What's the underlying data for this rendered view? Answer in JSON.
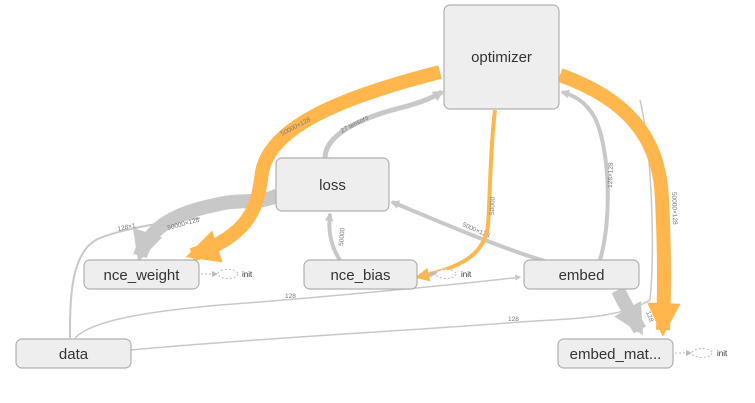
{
  "nodes": {
    "optimizer": "optimizer",
    "loss": "loss",
    "nce_weight": "nce_weight",
    "nce_bias": "nce_bias",
    "embed": "embed",
    "data": "data",
    "embed_mat": "embed_mat..."
  },
  "init_label": "init",
  "edge_labels": {
    "nce_weight_to_optimizer": "50000×128",
    "loss_to_optimizer": "27 tensors",
    "optimizer_to_nce_bias": "50000",
    "embed_to_optimizer": "128×128",
    "optimizer_to_embed_mat": "50000×128",
    "data_to_nce_weight": "128×1",
    "loss_to_nce_weight": "50000×128",
    "nce_bias_to_loss": "50000",
    "embed_to_loss": "5000×128",
    "data_to_embed": "128",
    "data_to_embed_mat": "128",
    "embed_to_embed_mat": "128"
  },
  "colors": {
    "gray_edge": "#c8c8c8",
    "orange_edge": "#ffb74d",
    "node_fill": "#eeeeee",
    "node_stroke": "#b0b0b0"
  }
}
